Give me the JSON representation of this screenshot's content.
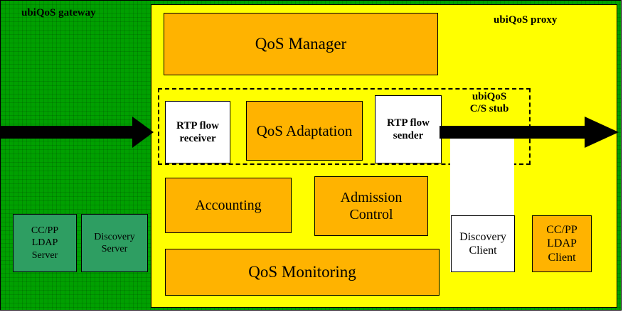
{
  "diagram": {
    "title_gateway": "ubiQoS gateway",
    "title_proxy": "ubiQoS proxy",
    "stub_label_line1": "ubiQoS",
    "stub_label_line2": "C/S stub",
    "boxes": {
      "qos_manager": "QoS Manager",
      "rtp_flow_receiver_l1": "RTP flow",
      "rtp_flow_receiver_l2": "receiver",
      "qos_adaptation": "QoS Adaptation",
      "rtp_flow_sender_l1": "RTP flow",
      "rtp_flow_sender_l2": "sender",
      "accounting": "Accounting",
      "admission_control_l1": "Admission",
      "admission_control_l2": "Control",
      "qos_monitoring": "QoS Monitoring",
      "discovery_client_l1": "Discovery",
      "discovery_client_l2": "Client",
      "ccpp_ldap_server_l1": "CC/PP",
      "ccpp_ldap_server_l2": "LDAP",
      "ccpp_ldap_server_l3": "Server",
      "discovery_server_l1": "Discovery",
      "discovery_server_l2": "Server",
      "ccpp_ldap_client_l1": "CC/PP",
      "ccpp_ldap_client_l2": "LDAP",
      "ccpp_ldap_client_l3": "Client"
    },
    "colors": {
      "gateway_bg": "#00a000",
      "proxy_bg": "#ffff00",
      "component_bg": "#ffb300",
      "server_bg": "#2e9e62",
      "white_bg": "#ffffff",
      "stroke": "#000000"
    },
    "arrows": {
      "inbound": "flow-arrow-in",
      "outbound": "flow-arrow-out"
    }
  }
}
